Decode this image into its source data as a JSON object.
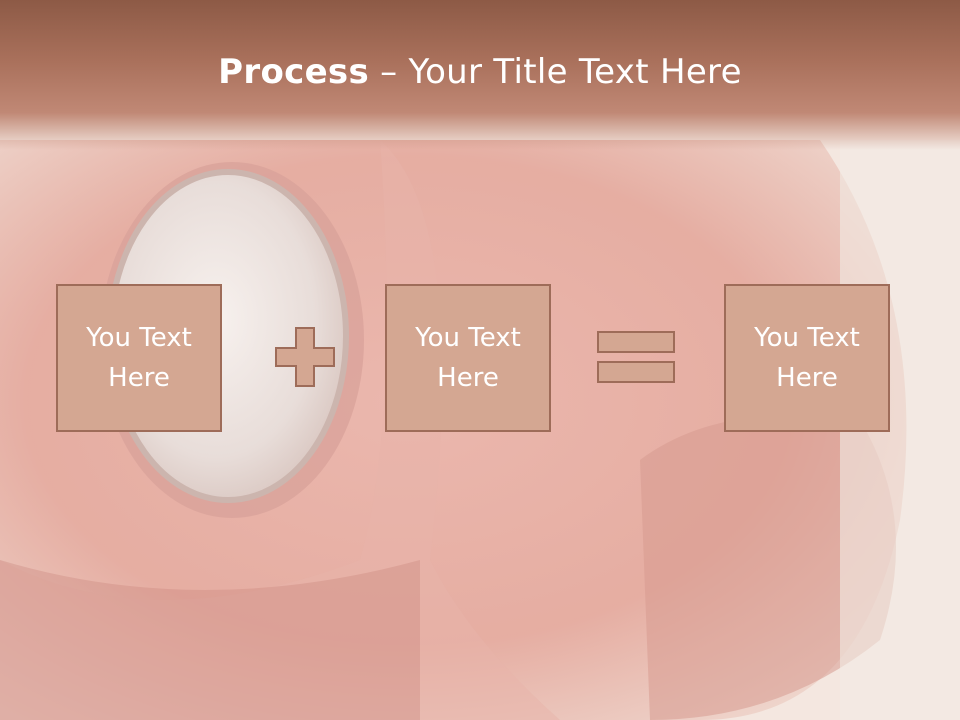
{
  "title": {
    "bold": "Process",
    "rest": " – Your Title Text Here"
  },
  "boxes": [
    {
      "text": "You Text\nHere"
    },
    {
      "text": "You Text\nHere"
    },
    {
      "text": "You Text\nHere"
    }
  ],
  "operators": [
    "plus-icon",
    "equals-icon"
  ],
  "colors": {
    "title_band": "#a9705b",
    "box_fill": "#d4a792",
    "box_border": "#9e6c59",
    "text": "#ffffff"
  }
}
